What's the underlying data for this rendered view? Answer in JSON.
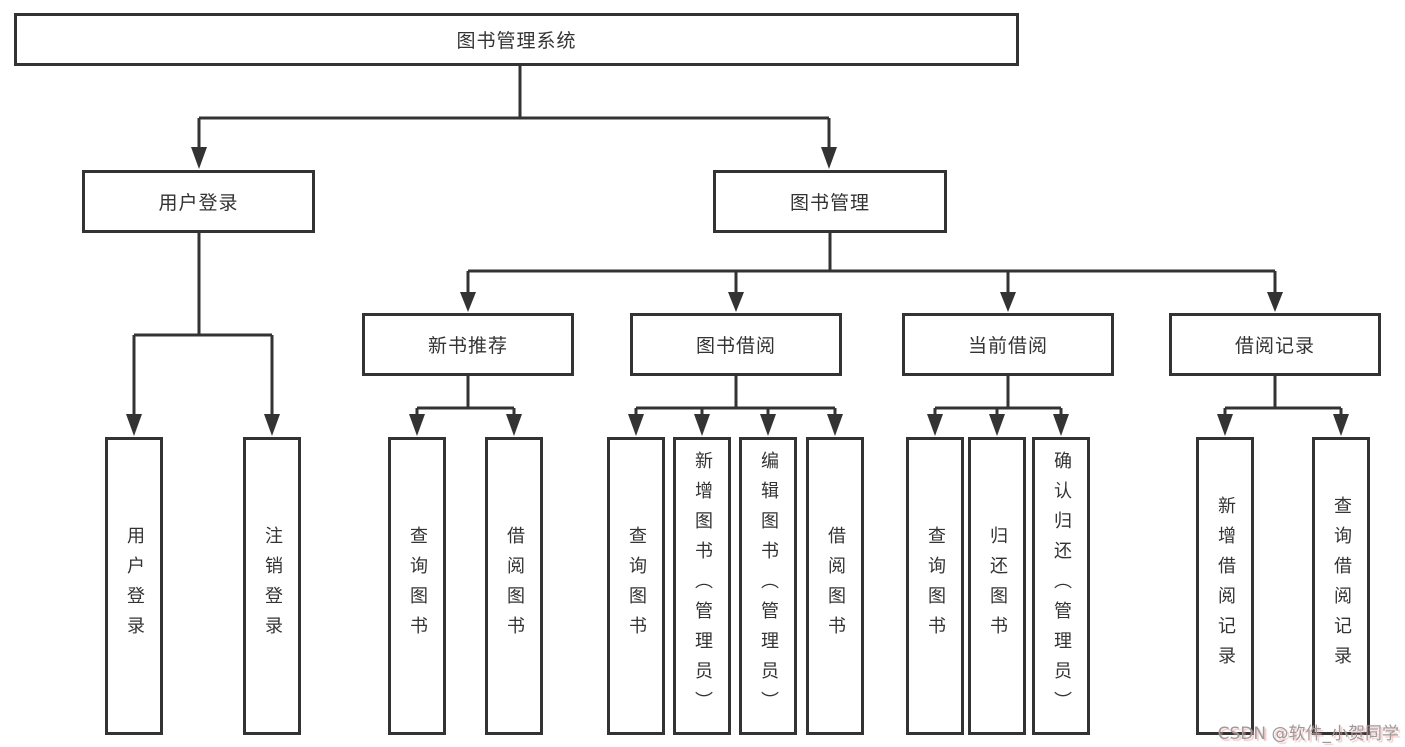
{
  "diagram": {
    "root": {
      "label": "图书管理系统"
    },
    "branches": [
      {
        "label": "用户登录",
        "children": [
          {
            "label": "用户登录"
          },
          {
            "label": "注销登录"
          }
        ]
      },
      {
        "label": "图书管理",
        "groups": [
          {
            "label": "新书推荐",
            "children": [
              {
                "label": "查询图书"
              },
              {
                "label": "借阅图书"
              }
            ]
          },
          {
            "label": "图书借阅",
            "children": [
              {
                "label": "查询图书"
              },
              {
                "label": "新增图书（管理员）"
              },
              {
                "label": "编辑图书（管理员）"
              },
              {
                "label": "借阅图书"
              }
            ]
          },
          {
            "label": "当前借阅",
            "children": [
              {
                "label": "查询图书"
              },
              {
                "label": "归还图书"
              },
              {
                "label": "确认归还（管理员）"
              }
            ]
          },
          {
            "label": "借阅记录",
            "children": [
              {
                "label": "新增借阅记录"
              },
              {
                "label": "查询借阅记录"
              }
            ]
          }
        ]
      }
    ]
  },
  "watermark": {
    "text": "CSDN @软件_小贺同学"
  },
  "colors": {
    "line": "#333333",
    "box_fill": "#ffffff",
    "text": "#333333",
    "watermark_text": "#9b9b9b",
    "watermark_shadow": "#f09696"
  }
}
